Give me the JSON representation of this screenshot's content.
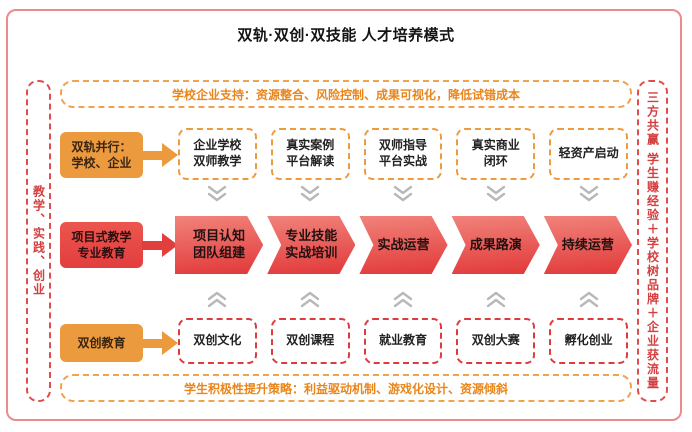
{
  "title": "双轨·双创·双技能 人才培养模式",
  "banners": {
    "top": "学校企业支持：资源整合、风险控制、成果可视化，降低试错成本",
    "bottom": "学生积极性提升策略：利益驱动机制、游戏化设计、资源倾斜"
  },
  "side_strips": {
    "left": "教学、实践、创业",
    "right": "三方共赢 学生赚经验＋学校树品牌＋企业获流量"
  },
  "support_row": {
    "label": "双轨并行：\n学校、企业",
    "items": [
      "企业学校\n双师教学",
      "真实案例\n平台解读",
      "双师指导\n平台实战",
      "真实商业\n闭环",
      "轻资产启动"
    ]
  },
  "process_row": {
    "label": "项目式教学\n专业教育",
    "steps": [
      "项目认知\n团队组建",
      "专业技能\n实战培训",
      "实战运营",
      "成果路演",
      "持续运营"
    ]
  },
  "innovation_row": {
    "label": "双创教育",
    "items": [
      "双创文化",
      "双创课程",
      "就业教育",
      "双创大赛",
      "孵化创业"
    ]
  },
  "icons": {
    "flow_down": "double-chevron-down",
    "flow_up": "double-chevron-up",
    "row_arrow": "arrow-right"
  },
  "colors": {
    "orange": "#EC9A3E",
    "orange_text": "#E8861C",
    "red": "#E23E3E",
    "frame_border": "#EA8C8C",
    "strip_red": "#D43F3F",
    "chevron_gray": "#B8B8B8"
  }
}
